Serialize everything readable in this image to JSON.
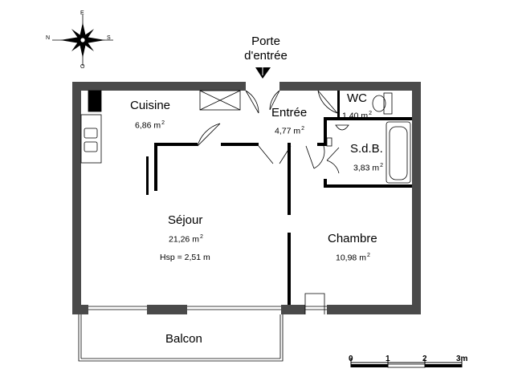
{
  "compass": {
    "n": "N",
    "s": "S",
    "e": "E",
    "o": "O"
  },
  "entrance": {
    "line1": "Porte",
    "line2": "d'entrée"
  },
  "unit": "m",
  "sup": "2",
  "rooms": {
    "cuisine": {
      "name": "Cuisine",
      "area": "6,86 m"
    },
    "entree": {
      "name": "Entrée",
      "area": "4,77 m"
    },
    "wc": {
      "name": "WC",
      "area": "1,40 m"
    },
    "sdb": {
      "name": "S.d.B.",
      "area": "3,83 m"
    },
    "sejour": {
      "name": "Séjour",
      "area": "21,26 m",
      "hsp": "Hsp = 2,51 m"
    },
    "chambre": {
      "name": "Chambre",
      "area": "10,98 m"
    },
    "balcon": {
      "name": "Balcon"
    }
  },
  "scale": {
    "ticks": [
      "0",
      "1",
      "2",
      "3m"
    ]
  },
  "colors": {
    "wall": "#4a4a4a",
    "ink": "#000000",
    "fixture": "#777777"
  }
}
